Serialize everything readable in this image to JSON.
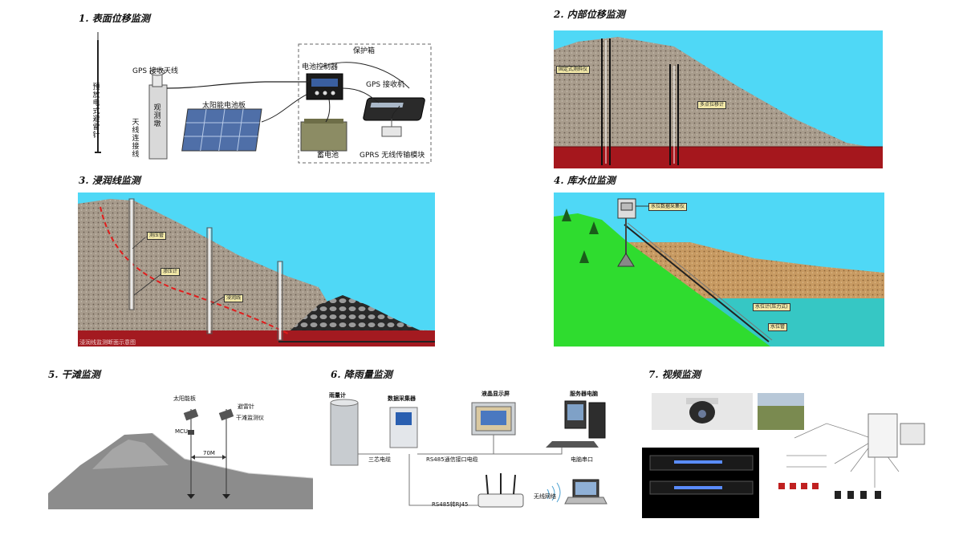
{
  "panels": [
    {
      "title": "1. 表面位移监测"
    },
    {
      "title": "2. 内部位移监测"
    },
    {
      "title": "3. 浸润线监测"
    },
    {
      "title": "4. 库水位监测"
    },
    {
      "title": "5. 干滩监测"
    },
    {
      "title": "6. 降雨量监测"
    },
    {
      "title": "7. 视频监测"
    }
  ],
  "p1": {
    "lightning_rod": "预放电式避雷针",
    "gps_antenna": "GPS 接收天线",
    "antenna_cable": "天线连接线",
    "pier": "观测墩",
    "solar_panel": "太阳能电池板",
    "protect_box": "保护箱",
    "battery_controller": "电池控制器",
    "gps_receiver": "GPS 接收机",
    "battery": "蓄电池",
    "gprs_module": "GPRS 无线传输模块"
  },
  "p2": {
    "fixed_inclinometer": "固定式测斜仪",
    "multipoint_meter": "多点位移计"
  },
  "p3": {
    "piezo_tube": "测压管",
    "piezometer": "渗压计",
    "seepage_line": "浸润线",
    "caption": "浸润线监测断面示意图"
  },
  "p4": {
    "sensor_box": "水位数据采集仪",
    "level_gauge": "水位计(压力式)",
    "water_level": "水位管"
  },
  "p5": {
    "solar": "太阳能板",
    "rod": "避雷针",
    "mcu": "MCU",
    "instrument": "干滩监测仪",
    "distance": "70M"
  },
  "p6": {
    "rain_gauge": "雨量计",
    "collector": "数据采集器",
    "lcd": "液晶显示屏",
    "server": "服务器电脑",
    "cable": "三芯电缆",
    "rs485": "RS485通信接口电缆",
    "serial": "电脑串口",
    "rj45": "RS485转RJ45",
    "wireless": "无线网络"
  }
}
